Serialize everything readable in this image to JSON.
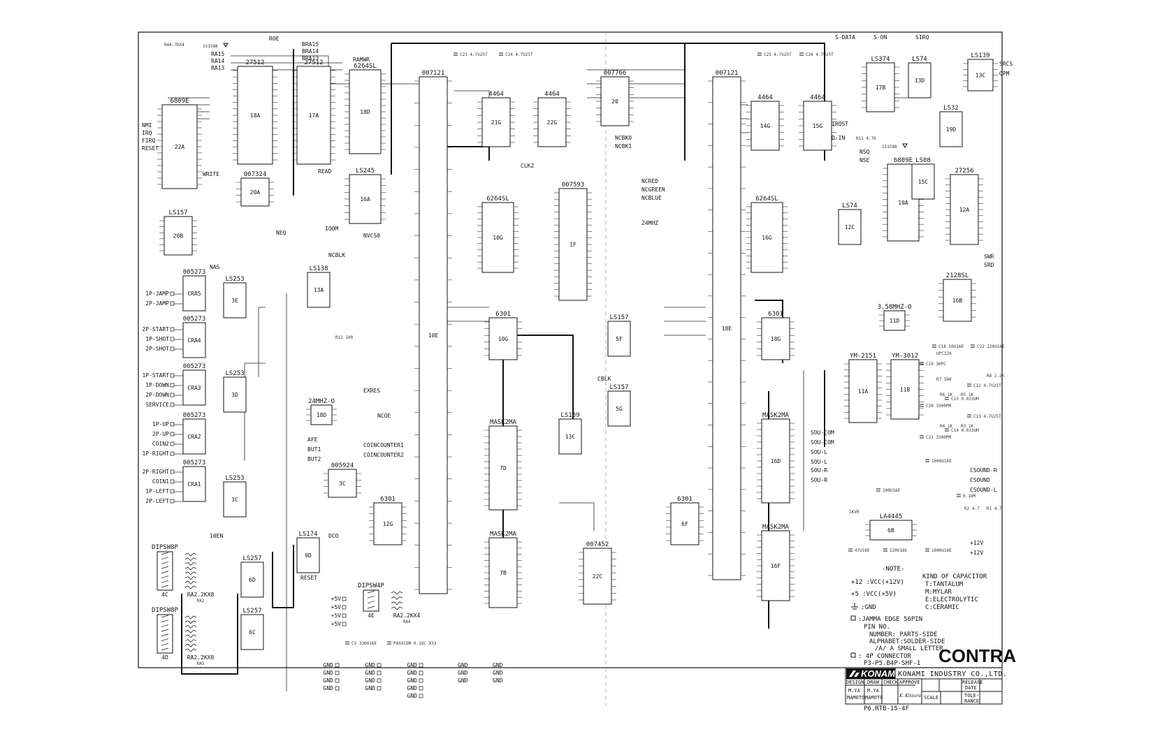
{
  "title": "CONTRA",
  "company": "KONAMI INDUSTRY CO.,LTD.",
  "logo_text": "KONAMI",
  "title_block": {
    "headers": [
      "DESIGN",
      "DRAW",
      "CHECK",
      "APPROVE"
    ],
    "design": [
      "M.YA",
      "MAMOTO"
    ],
    "draw": [
      "M.YA",
      "MAMOTO"
    ],
    "approve_signature": "K. Kitaura",
    "release_label": [
      "RELEASE",
      "DATE"
    ],
    "scale_label": "SCALE",
    "tolerance_label": [
      "TOLE-",
      "RANCE"
    ]
  },
  "notes": {
    "heading": "-NOTE-",
    "vcc12": "+12 :VCC(+12V)",
    "vcc5": "+5 :VCC(+5V)",
    "gnd": ":GND",
    "capacitor_kind_title": "KIND OF CAPACITOR",
    "capacitor_kinds": [
      "T:TANTALUM",
      "M:MYLAR",
      "E:ELECTROLYTIC",
      "C:CERAMIC"
    ],
    "jamma": ":JAMMA EDGE 56PIN",
    "pin_no": "PIN NO.",
    "pin_lines": [
      "NUMBER:  PARTS-SIDE",
      "ALPHABET:SOLDER-SIDE",
      "/A/ A SMALL LETTER"
    ],
    "connector": ": 4P CONNECTOR",
    "connector_lines": [
      "P3-P5.B4P-SHF-1",
      "P6.RTB-15-4F"
    ]
  },
  "chips": [
    {
      "id": "cpu1",
      "name": "6809E",
      "loc": "22A"
    },
    {
      "id": "rom18a",
      "name": "27512",
      "loc": "18A"
    },
    {
      "id": "rom17a",
      "name": "27512",
      "loc": "17A"
    },
    {
      "id": "ram1",
      "name": "6264SL",
      "loc": "18D"
    },
    {
      "id": "ls245",
      "name": "LS245",
      "loc": "16A"
    },
    {
      "id": "c007324",
      "name": "007324",
      "loc": "20A"
    },
    {
      "id": "ls157a",
      "name": "LS157",
      "loc": "20B"
    },
    {
      "id": "gfx1",
      "name": "007121",
      "loc": "10E"
    },
    {
      "id": "gfx2",
      "name": "007121",
      "loc": "18E"
    },
    {
      "id": "dram21g",
      "name": "4464",
      "loc": "21G"
    },
    {
      "id": "dram22g",
      "name": "4464",
      "loc": "22G"
    },
    {
      "id": "dram14g",
      "name": "4464",
      "loc": "14G"
    },
    {
      "id": "dram15g",
      "name": "4464",
      "loc": "15G"
    },
    {
      "id": "c007766",
      "name": "007766",
      "loc": "20"
    },
    {
      "id": "ram2",
      "name": "6264SL",
      "loc": "16G"
    },
    {
      "id": "ram3",
      "name": "6264SL",
      "loc": "10G"
    },
    {
      "id": "pal1",
      "name": "007593",
      "loc": "1F"
    },
    {
      "id": "prom1",
      "name": "6301",
      "loc": "10G"
    },
    {
      "id": "prom2",
      "name": "6301",
      "loc": "18G"
    },
    {
      "id": "prom3",
      "name": "6301",
      "loc": "12G"
    },
    {
      "id": "prom4",
      "name": "6301",
      "loc": "6F"
    },
    {
      "id": "mask1",
      "name": "MASK2MA",
      "loc": "7D"
    },
    {
      "id": "mask2",
      "name": "MASK2MA",
      "loc": "7B"
    },
    {
      "id": "mask3",
      "name": "MASK2MA",
      "loc": "16D"
    },
    {
      "id": "mask4",
      "name": "MASK2MA",
      "loc": "16F"
    },
    {
      "id": "c007452",
      "name": "007452",
      "loc": "22C"
    },
    {
      "id": "c005924",
      "name": "005924",
      "loc": "3C"
    },
    {
      "id": "ls374",
      "name": "LS374",
      "loc": "17B"
    },
    {
      "id": "ls139",
      "name": "LS139",
      "loc": "13C"
    },
    {
      "id": "cpu2",
      "name": "6809E",
      "loc": "10A"
    },
    {
      "id": "rom2",
      "name": "27256",
      "loc": "12A"
    },
    {
      "id": "sram",
      "name": "2128SL",
      "loc": "16B"
    },
    {
      "id": "ym2151",
      "name": "YM-2151",
      "loc": "11A"
    },
    {
      "id": "ym3012",
      "name": "YM-3012",
      "loc": "11B"
    },
    {
      "id": "amp",
      "name": "LA4445",
      "loc": "6B"
    },
    {
      "id": "osc1",
      "name": "24MHZ-O",
      "loc": "18D"
    },
    {
      "id": "osc2",
      "name": "3.58MHZ-O",
      "loc": "11D"
    }
  ],
  "logic": [
    {
      "name": "LS253",
      "loc": "3E"
    },
    {
      "name": "LS253",
      "loc": "3D"
    },
    {
      "name": "LS253",
      "loc": "3C"
    },
    {
      "name": "LS257",
      "loc": "6D"
    },
    {
      "name": "LS257",
      "loc": "6C"
    },
    {
      "name": "LS138",
      "loc": "13A"
    },
    {
      "name": "LS174",
      "loc": "9D"
    },
    {
      "name": "LS157",
      "loc": "5F"
    },
    {
      "name": "LS157",
      "loc": "5G"
    },
    {
      "name": "LS139",
      "loc": "13C"
    },
    {
      "name": "LS74",
      "loc": "13D"
    },
    {
      "name": "LS74",
      "loc": "12C"
    },
    {
      "name": "LS32",
      "loc": "19D"
    },
    {
      "name": "LS08",
      "loc": "15C"
    }
  ],
  "buffers": [
    {
      "name": "005273",
      "loc": "CRA5"
    },
    {
      "name": "005273",
      "loc": "CRA4"
    },
    {
      "name": "005273",
      "loc": "CRA3"
    },
    {
      "name": "005273",
      "loc": "CRA2"
    },
    {
      "name": "005273",
      "loc": "CRA1"
    }
  ],
  "jamma_inputs": [
    "1P-JAMP",
    "2P-JAMP",
    "2P-START",
    "1P-SHOT",
    "2P-SHOT",
    "1P-START",
    "1P-DOWN",
    "2P-DOWN",
    "SERVICE",
    "1P-UP",
    "2P-UP",
    "COIN2",
    "1P-RIGHT",
    "2P-RIGHT",
    "COIN1",
    "1P-LEFT",
    "2P-LEFT"
  ],
  "dipswitches": [
    {
      "name": "DIPSW8P",
      "loc": "4C",
      "res": "RA2.2KX8",
      "res_id": "RA2"
    },
    {
      "name": "DIPSW8P",
      "loc": "4D",
      "res": "RA2.2KX8",
      "res_id": "RA3"
    },
    {
      "name": "DIPSW4P",
      "loc": "4E",
      "res": "RA2.2KX4",
      "res_id": "RA4"
    }
  ],
  "power_pins": [
    "+5V",
    "+5V",
    "+5V",
    "+5V"
  ],
  "gnd_pins": [
    "GND",
    "GND",
    "GND",
    "GND",
    "GND",
    "GND",
    "GND",
    "GND",
    "GND",
    "GND",
    "GND",
    "GND",
    "GND"
  ],
  "caps": {
    "c5": "C5 330U16E",
    "passcon": "PASSCON 0.1UC X33",
    "c23": "C23 4.7U25T",
    "c24": "C24 4.7U25T",
    "c25": "C25 4.7U25T",
    "c26": "C26 4.7U25T",
    "c12": "C12 4.7U25T",
    "c13": "C13 4.7U25T",
    "c15": "C15 0.033UM",
    "c14": "C14 0.033UM",
    "c20": "C20 3300PM",
    "c21": "C21 3300PM",
    "c18": "C18 10U16E",
    "c22": "C22 220U16E",
    "c19": "C19 30PC",
    "c4": "1000U16E",
    "c11": "100U16E",
    "c6": "1000U16E",
    "c7": "47U16E",
    "c9": "220U16E",
    "c1": "0.1UM"
  },
  "resistors": {
    "ra1": "RA4.7KX4",
    "r11": "R11 4.7K",
    "r8": "R8 2.2K",
    "r7": "R7 560",
    "r6": "R6 1K",
    "r5": "R5 1K",
    "r4": "R4 1K",
    "r3": "R3 1K",
    "r12": "R12 100",
    "r1": "R1 4.7",
    "r2": "R2 4.7",
    "vr": "1KVR"
  },
  "diodes": [
    "1S1588",
    "1S1588"
  ],
  "signals": {
    "cpu1_left": [
      "NMI",
      "IRQ",
      "FIRQ",
      "RESET"
    ],
    "rom_addr": [
      "RA15",
      "RA14",
      "RA13"
    ],
    "bank": [
      "BRA15",
      "BRA14",
      "BRA13"
    ],
    "misc": [
      "ROE",
      "RAMWR",
      "READ",
      "WRITE",
      "NEQ",
      "NAS",
      "10EN",
      "IOOM",
      "NVCS0",
      "NCBK0",
      "NCBK1",
      "CLK2",
      "CBLK",
      "NCRED",
      "NCGREEN",
      "NCBLUE",
      "24MHZ",
      "EXRES",
      "NCOE",
      "NCBLK",
      "S-DATA",
      "S-ON",
      "SIRQ",
      "IRQST",
      "D-IN",
      "OPM",
      "SRCS",
      "NSE",
      "NSQ",
      "SWR",
      "SRD",
      "AFE",
      "BUT1",
      "BUT2",
      "DCO",
      "RESET"
    ],
    "counters": [
      "COINCOUNTER1",
      "COINCOUNTER2"
    ],
    "sound_out": [
      "CSOUND-R",
      "CSOUND",
      "CSOUND-L",
      "+12V",
      "+12V"
    ],
    "sound_in": [
      "SOU-R",
      "SOU-R",
      "SOU-L",
      "SOU-L",
      "SOU-COM",
      "SOU-COM"
    ],
    "opamp": "UPC324",
    "gnd_conn": [
      "GND",
      "GND",
      "GND",
      "GND",
      "GND",
      "GND"
    ]
  }
}
